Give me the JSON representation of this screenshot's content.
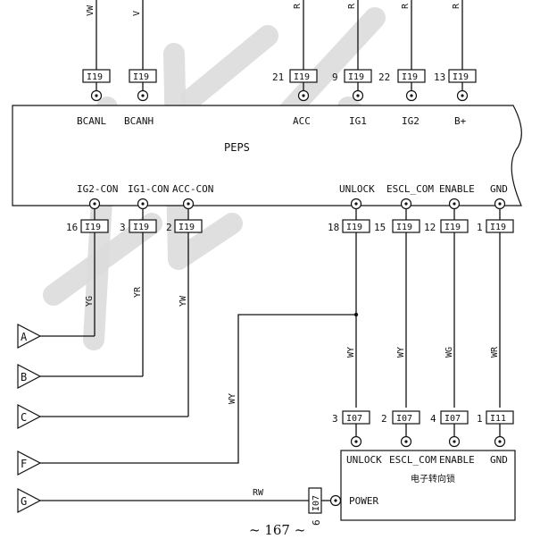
{
  "peps": {
    "label": "PEPS"
  },
  "ecl": {
    "label": "电子转向锁"
  },
  "page_number": "~ 167 ~",
  "top_pins": [
    {
      "pin": "",
      "connector": "I19",
      "name": "BCANL",
      "wire": "VW"
    },
    {
      "pin": "",
      "connector": "I19",
      "name": "BCANH",
      "wire": "V"
    },
    {
      "pin": "21",
      "connector": "I19",
      "name": "ACC",
      "wire": "R"
    },
    {
      "pin": "9",
      "connector": "I19",
      "name": "IG1",
      "wire": "R"
    },
    {
      "pin": "22",
      "connector": "I19",
      "name": "IG2",
      "wire": "R"
    },
    {
      "pin": "13",
      "connector": "I19",
      "name": "B+",
      "wire": "R"
    }
  ],
  "bottom_left_pins": [
    {
      "pin": "16",
      "connector": "I19",
      "name": "IG2-CON",
      "wire": "YG"
    },
    {
      "pin": "3",
      "connector": "I19",
      "name": "IG1-CON",
      "wire": "YR"
    },
    {
      "pin": "2",
      "connector": "I19",
      "name": "ACC-CON",
      "wire": "YW"
    }
  ],
  "bottom_right_pins": [
    {
      "pin": "18",
      "connector": "I19",
      "name": "UNLOCK",
      "wire": "WY"
    },
    {
      "pin": "15",
      "connector": "I19",
      "name": "ESCL_COM",
      "wire": "WY"
    },
    {
      "pin": "12",
      "connector": "I19",
      "name": "ENABLE",
      "wire": "WG"
    },
    {
      "pin": "1",
      "connector": "I19",
      "name": "GND",
      "wire": "WR"
    }
  ],
  "ecl_pins": [
    {
      "pin": "3",
      "connector": "I07",
      "name": "UNLOCK"
    },
    {
      "pin": "2",
      "connector": "I07",
      "name": "ESCL_COM"
    },
    {
      "pin": "4",
      "connector": "I07",
      "name": "ENABLE"
    },
    {
      "pin": "1",
      "connector": "I11",
      "name": "GND"
    }
  ],
  "power_pin": {
    "pin": "6",
    "connector": "I07",
    "name": "POWER",
    "wire": "RW"
  },
  "feed_wire": "WY",
  "terminals": [
    "A",
    "B",
    "C",
    "F",
    "G"
  ]
}
